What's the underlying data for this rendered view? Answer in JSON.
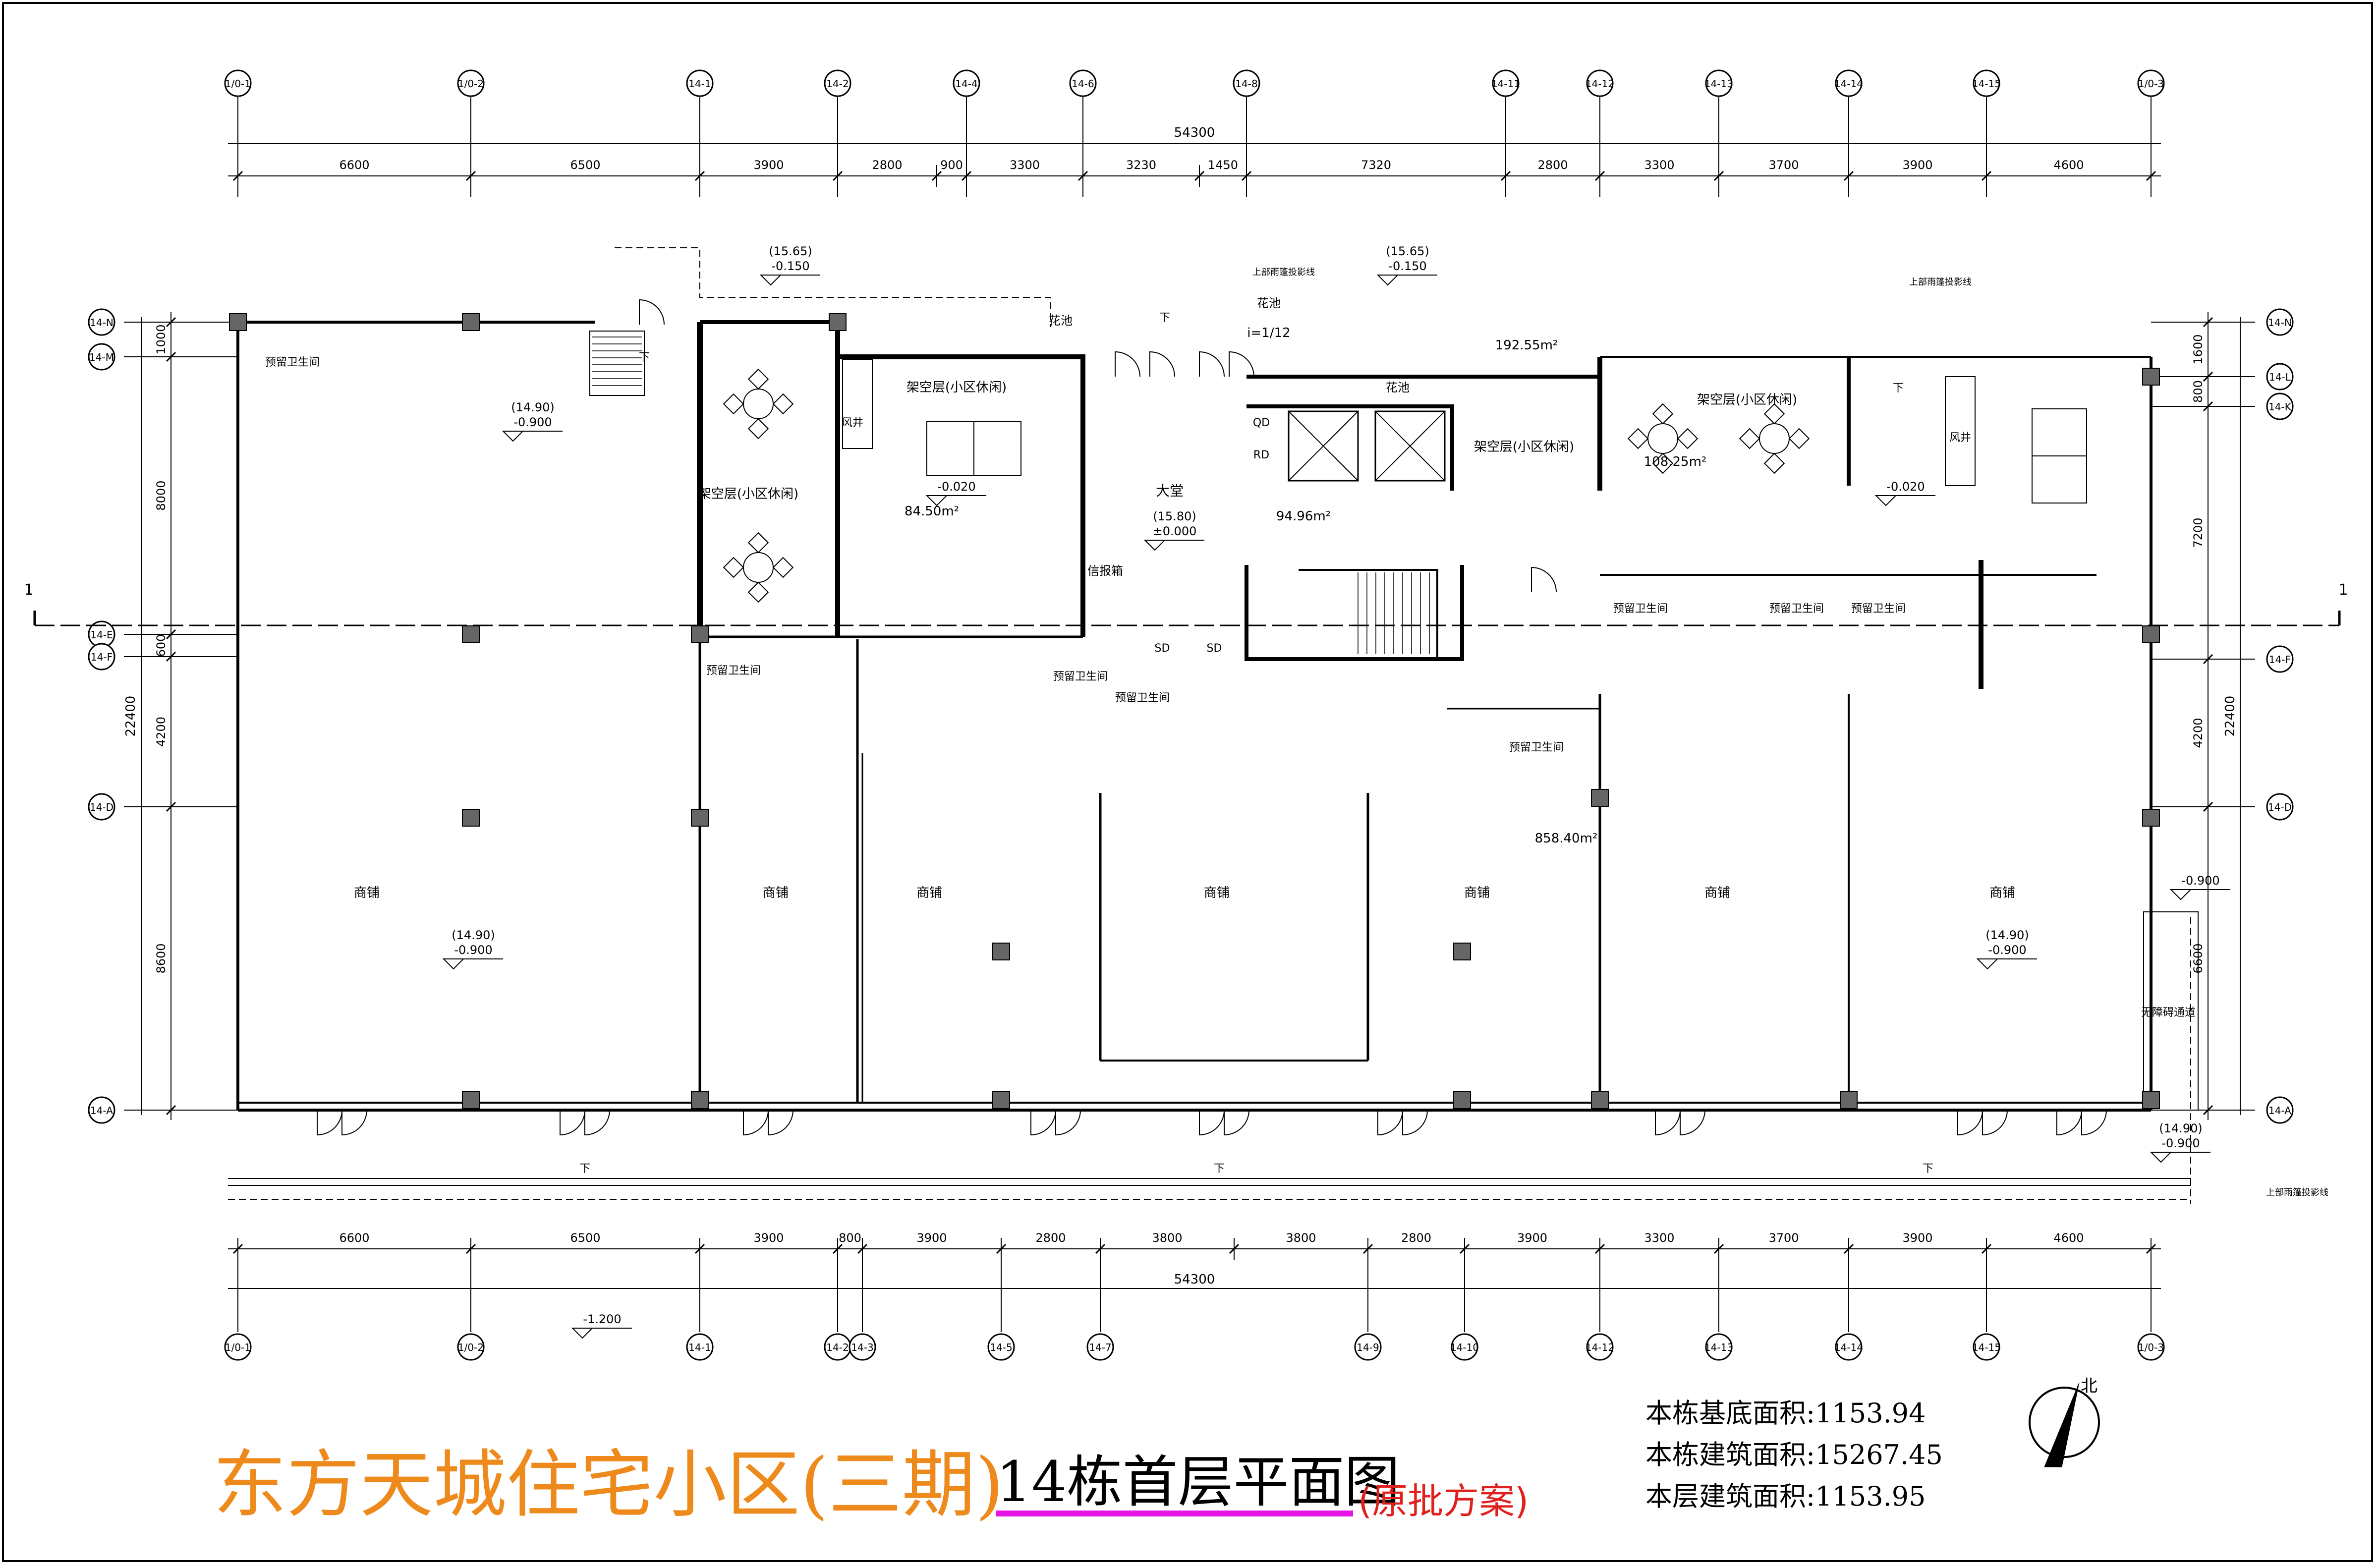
{
  "drawing": {
    "title_main": "东方天城住宅小区(三期)",
    "title_sub": "14栋首层平面图",
    "title_note": "(原批方案)",
    "underline_color": "#e614e6",
    "title_color": "#ee8a1c",
    "note_color": "#e0201c",
    "north_label": "北"
  },
  "stats": [
    {
      "label": "本栋基底面积:",
      "value": "1153.94"
    },
    {
      "label": "本栋建筑面积:",
      "value": "15267.45"
    },
    {
      "label": "本层建筑面积:",
      "value": "1153.95"
    }
  ],
  "axes_top": [
    "1/0-1",
    "1/0-2",
    "14-1",
    "14-2",
    "14-4",
    "14-6",
    "14-8",
    "14-11",
    "14-12",
    "14-13",
    "14-14",
    "14-15",
    "1/0-3"
  ],
  "axes_bottom": [
    "1/0-1",
    "1/0-2",
    "14-1",
    "14-2",
    "14-3",
    "14-5",
    "14-7",
    "14-9",
    "14-10",
    "14-12",
    "14-13",
    "14-14",
    "14-15",
    "1/0-3"
  ],
  "axes_left": [
    "14-N",
    "14-M",
    "14-E",
    "14-F",
    "14-D",
    "14-A"
  ],
  "axes_right": [
    "14-N",
    "14-L",
    "14-K",
    "14-F",
    "14-D",
    "14-A"
  ],
  "dims_top": [
    "6600",
    "6500",
    "3900",
    "2800",
    "900",
    "3300",
    "3230",
    "1450",
    "7320",
    "2800",
    "3300",
    "3700",
    "3900",
    "4600"
  ],
  "dims_bottom": [
    "6600",
    "6500",
    "3900",
    "800",
    "3900",
    "2800",
    "3800",
    "3800",
    "2800",
    "3900",
    "3300",
    "3700",
    "3900",
    "4600"
  ],
  "dim_total": "54300",
  "dims_left": [
    "1000",
    "8000",
    "600",
    "4200",
    "8600"
  ],
  "dim_left_total": "22400",
  "dims_right": [
    "1600",
    "800",
    "7200",
    "4200",
    "6600"
  ],
  "dim_right_total": "22400",
  "section_mark": "1",
  "rooms": {
    "shop": "商铺",
    "reserved_wc": "预留卫生间",
    "pilotis": "架空层(小区休闲)",
    "lobby": "大堂",
    "mailbox": "信报箱",
    "shaft": "风井",
    "planter": "花池",
    "barrier_free": "无障碍通道",
    "sd": "SD",
    "qd": "QD",
    "rd": "RD",
    "down": "下",
    "slope": "i=1/12",
    "canopy": "上部雨篷投影线"
  },
  "areas": [
    "192.55m²",
    "108.25m²",
    "84.50m²",
    "94.96m²",
    "858.40m²"
  ],
  "elevations": {
    "shop_main": "(14.90)",
    "shop_rel": "-0.900",
    "lobby_abs": "(15.80)",
    "lobby_rel": "±0.000",
    "top_abs": "(15.65)",
    "top_rel": "-0.150",
    "pilotis_rel": "-0.020",
    "ramp_rel": "-0.900",
    "ground_rel": "-1.200"
  }
}
